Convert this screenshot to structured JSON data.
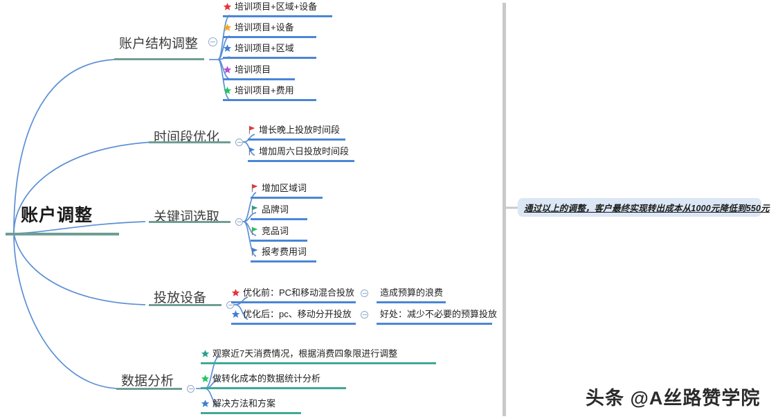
{
  "root": {
    "label": "账户调整"
  },
  "branches": [
    {
      "label": "账户结构调整",
      "collapse_icon": "collapse-minus-icon",
      "children": [
        {
          "label": "培训项目+区域+设备",
          "icon": "star-icon",
          "color": "#e8313b"
        },
        {
          "label": "培训项目+设备",
          "icon": "star-icon",
          "color": "#f3a81c"
        },
        {
          "label": "培训项目+区域",
          "icon": "star-icon",
          "color": "#3d7fd6"
        },
        {
          "label": "培训项目",
          "icon": "star-icon",
          "color": "#b34fd0"
        },
        {
          "label": "培训项目+费用",
          "icon": "star-icon",
          "color": "#22c55e"
        }
      ]
    },
    {
      "label": "时间段优化",
      "collapse_icon": "collapse-minus-icon",
      "children": [
        {
          "label": "增长晚上投放时间段",
          "icon": "flag-icon",
          "color": "#e8313b"
        },
        {
          "label": "增加周六日投放时间段",
          "icon": "flag-icon",
          "color": "#3d7fd6"
        }
      ]
    },
    {
      "label": "关键词选取",
      "collapse_icon": "collapse-minus-icon",
      "children": [
        {
          "label": "增加区域词",
          "icon": "flag-icon",
          "color": "#e8313b"
        },
        {
          "label": "品牌词",
          "icon": "flag-icon",
          "color": "#2e9e8f"
        },
        {
          "label": "竞品词",
          "icon": "flag-icon",
          "color": "#22c55e"
        },
        {
          "label": "报考费用词",
          "icon": "flag-icon",
          "color": "#3d7fd6"
        }
      ]
    },
    {
      "label": "投放设备",
      "collapse_icon": "collapse-minus-icon",
      "children": [
        {
          "label": "优化前：PC和移动混合投放",
          "icon": "star-icon",
          "color": "#e8313b",
          "collapse_icon": "collapse-minus-icon",
          "children": [
            {
              "label": "造成预算的浪费"
            }
          ]
        },
        {
          "label": "优化后：pc、移动分开投放",
          "icon": "star-icon",
          "color": "#3d7fd6",
          "collapse_icon": "collapse-minus-icon",
          "children": [
            {
              "label": "好处：减少不必要的预算投放"
            }
          ]
        }
      ]
    },
    {
      "label": "数据分析",
      "collapse_icon": "collapse-minus-icon",
      "children": [
        {
          "label": "观察近7天消费情况，根据消费四象限进行调整",
          "icon": "star-icon",
          "color": "#2e9e8f"
        },
        {
          "label": "做转化成本的数据统计分析",
          "icon": "star-icon",
          "color": "#22c55e"
        },
        {
          "label": "解决方法和方案",
          "icon": "star-icon",
          "color": "#3d7fd6"
        }
      ]
    }
  ],
  "note": {
    "text": "通过以上的调整，客户最终实现转出成本从1000元降低到550元",
    "background": "#dce7f5"
  },
  "watermark": {
    "text": "头条 @A丝路赞学院"
  },
  "colors": {
    "branch_line": "#5b8fd4",
    "accent_bar": "#6f9e93",
    "leaf_bar": "#4a86d6",
    "trunk": "#c9c9c9"
  }
}
